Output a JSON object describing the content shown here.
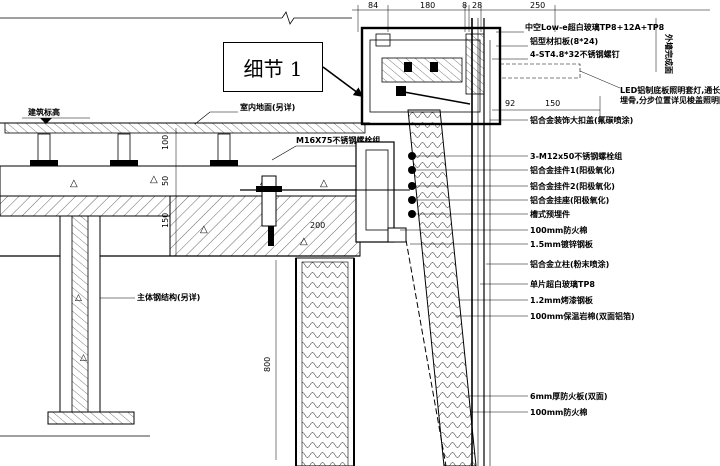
{
  "callout": {
    "label": "细节 1"
  },
  "dimensions": {
    "top": [
      "84",
      "180",
      "8",
      "28",
      "250"
    ],
    "right_a": [
      "150",
      "92"
    ],
    "left_vertical": [
      "100",
      "50",
      "150",
      "800"
    ],
    "slab_200": "200",
    "side_vertical": "外墙完成面"
  },
  "labels": {
    "building_level": "建筑标高",
    "interior_floor": "室内地面(另详)",
    "bolt": "M16X75不锈钢螺栓组",
    "main_steel": "主体钢结构(另详)",
    "glass": "中空Low-e超白玻璃TP8+12A+TP8",
    "alu_cover": "铝型材扣板(8*24)",
    "screw": "4-ST4.8*32不锈钢螺钉",
    "led": "LED铝制底板照明套灯,通长安装",
    "led2": "埋骨,分步位置详见梭盖照明图纸",
    "alu_wrap": "铝合金装饰大扣盖(氟碳喷涂)",
    "bolt2": "3-M12x50不锈钢螺栓组",
    "hang1": "铝合金挂件1(阳极氧化)",
    "hang2": "铝合金挂件2(阳极氧化)",
    "hang3": "铝合金挂座(阳极氧化)",
    "embed": "槽式预埋件",
    "fire1": "100mm防火棉",
    "galv": "1.5mm镀锌钢板",
    "alu_column": "铝合金立柱(粉末喷涂)",
    "single_glass": "单片超白玻璃TP8",
    "steel_sheet": "1.2mm烤漆钢板",
    "insulation": "100mm保温岩棉(双面铝箔)",
    "fire_board": "6mm厚防火板(双面)",
    "fire2": "100mm防火棉"
  }
}
